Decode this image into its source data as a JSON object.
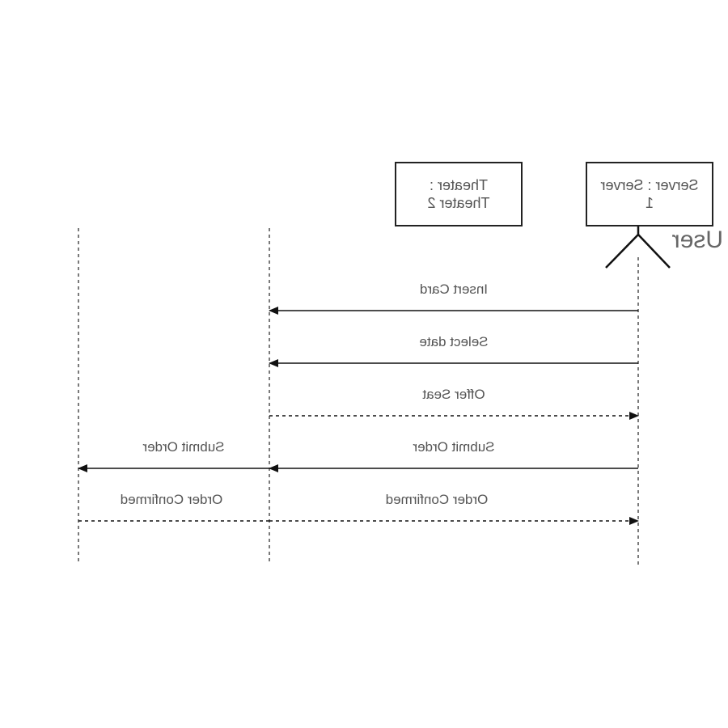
{
  "participants": {
    "server": {
      "line1": "Server : Server",
      "line2": "1"
    },
    "theater": {
      "line1": "Theater :",
      "line2": "Theater 2"
    },
    "actor": {
      "name": "User"
    }
  },
  "messages": [
    {
      "label": "Insert Card",
      "from": "actor",
      "to": "theater",
      "style": "solid"
    },
    {
      "label": "Select date",
      "from": "actor",
      "to": "theater",
      "style": "solid"
    },
    {
      "label": "Offer Seat",
      "from": "theater",
      "to": "actor",
      "style": "dashed"
    },
    {
      "label": "Submit Order",
      "from": "actor",
      "to": "theater",
      "style": "solid"
    },
    {
      "label": "Submit Order",
      "from": "theater",
      "to": "server",
      "style": "solid"
    },
    {
      "label": "Order Confirmed",
      "from": "server",
      "to": "theater",
      "style": "dashed"
    },
    {
      "label": "Order Confirmed",
      "from": "theater",
      "to": "actor",
      "style": "dashed"
    }
  ]
}
